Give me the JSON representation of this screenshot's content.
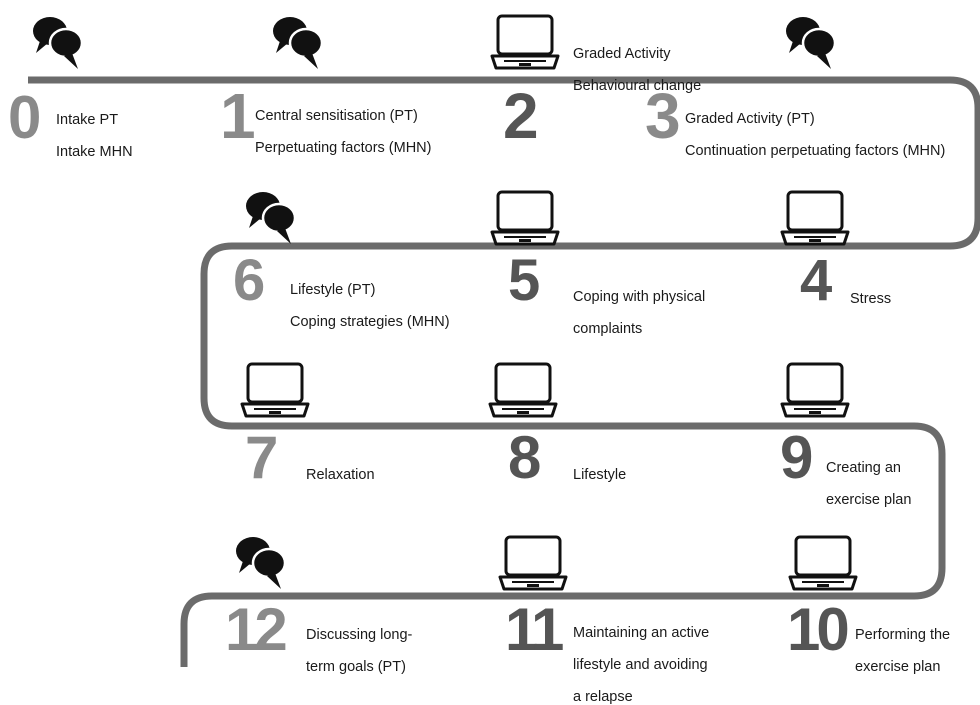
{
  "colors": {
    "path": "#6b6b6b",
    "number_dark": "#555555",
    "number_light": "#8a8a8a",
    "icon": "#111111",
    "text": "#1a1a1a"
  },
  "top_caption": {
    "line1": "Graded Activity",
    "line2": "Behavioural change"
  },
  "sessions": [
    {
      "number": "0",
      "line1": "Intake PT",
      "line2": "Intake MHN",
      "icon": "speech-bubbles-icon"
    },
    {
      "number": "1",
      "line1": "Central sensitisation (PT)",
      "line2": "Perpetuating factors (MHN)",
      "icon": "speech-bubbles-icon"
    },
    {
      "number": "2",
      "line1": "",
      "line2": "",
      "icon": "laptop-icon"
    },
    {
      "number": "3",
      "line1": "Graded Activity (PT)",
      "line2": "Continuation perpetuating factors (MHN)",
      "icon": "speech-bubbles-icon"
    },
    {
      "number": "4",
      "line1": "Stress",
      "line2": "",
      "icon": "laptop-icon"
    },
    {
      "number": "5",
      "line1": "Coping with physical",
      "line2": "complaints",
      "icon": "laptop-icon"
    },
    {
      "number": "6",
      "line1": "Lifestyle (PT)",
      "line2": "Coping strategies (MHN)",
      "icon": "speech-bubbles-icon"
    },
    {
      "number": "7",
      "line1": "Relaxation",
      "line2": "",
      "icon": "laptop-icon"
    },
    {
      "number": "8",
      "line1": "Lifestyle",
      "line2": "",
      "icon": "laptop-icon"
    },
    {
      "number": "9",
      "line1": "Creating an",
      "line2": "exercise plan",
      "icon": "laptop-icon"
    },
    {
      "number": "10",
      "line1": "Performing the",
      "line2": "exercise plan",
      "icon": "laptop-icon"
    },
    {
      "number": "11",
      "line1": "Maintaining an active",
      "line2": "lifestyle and avoiding",
      "line3": "a relapse",
      "icon": "laptop-icon"
    },
    {
      "number": "12",
      "line1": "Discussing long-",
      "line2": "term goals (PT)",
      "icon": "speech-bubbles-icon"
    }
  ]
}
